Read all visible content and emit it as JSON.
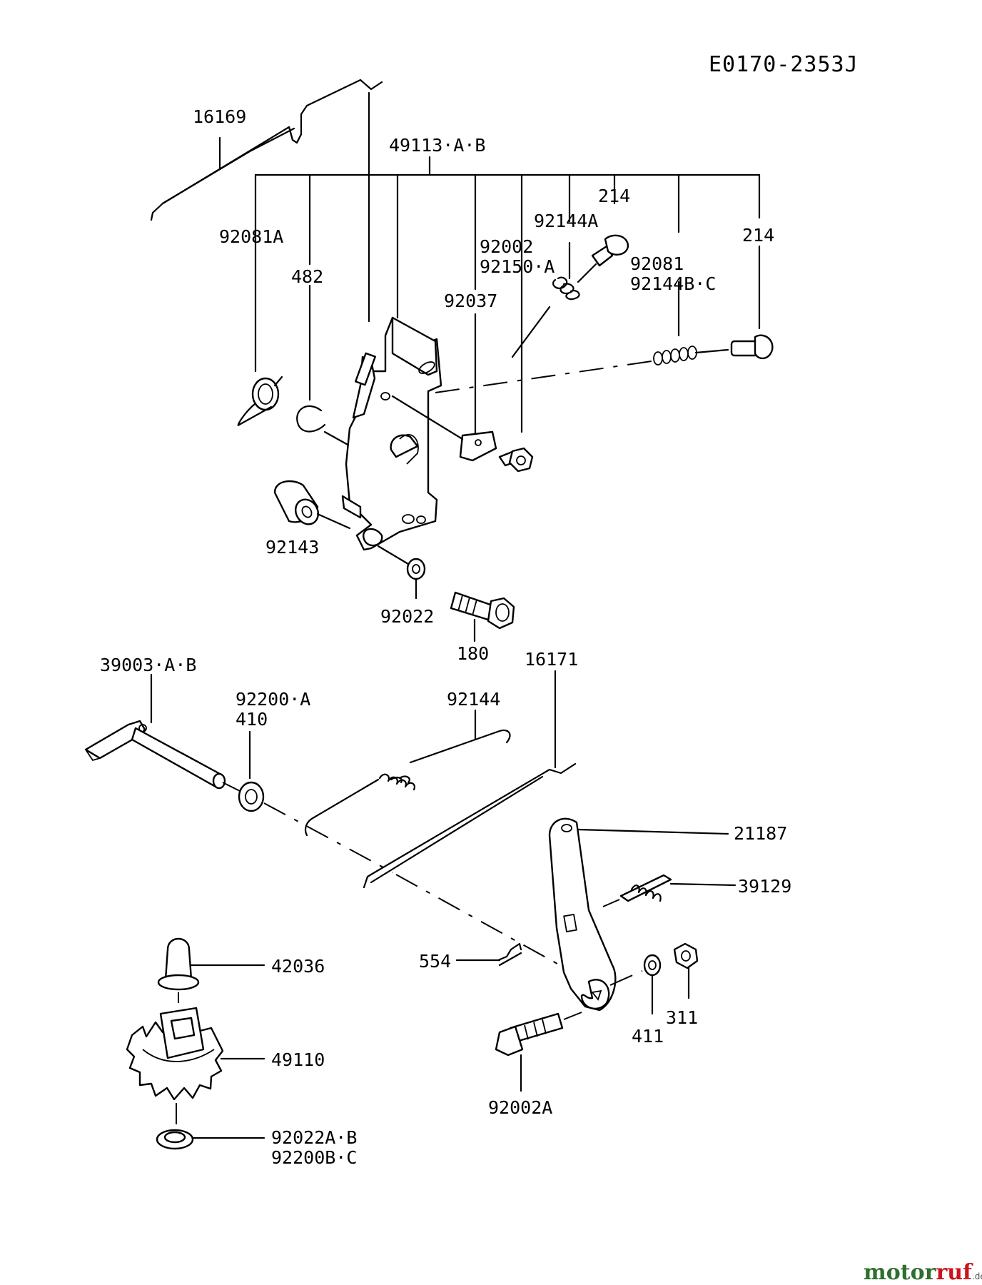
{
  "drawing_code": "E0170-2353J",
  "watermark": {
    "brand_a": "motor",
    "brand_b": "uf",
    "brand_r": "r",
    "tld": ".de"
  },
  "labels": {
    "p16169": "16169",
    "p49113": "49113·A·B",
    "p214a": "214",
    "p92144a": "92144A",
    "p214b": "214",
    "p92081a": "92081A",
    "p92002": "92002",
    "p92150": "92150·A",
    "p92081": "92081",
    "p92144bc": "92144B·C",
    "p482": "482",
    "p92037": "92037",
    "p92143": "92143",
    "p92022": "92022",
    "p180": "180",
    "p39003": "39003·A·B",
    "p16171": "16171",
    "p92200a": "92200·A",
    "p410": "410",
    "p92144": "92144",
    "p21187": "21187",
    "p39129": "39129",
    "p42036": "42036",
    "p554": "554",
    "p311": "311",
    "p411": "411",
    "p49110": "49110",
    "p92002a": "92002A",
    "p92022ab": "92022A·B",
    "p92200bc": "92200B·C"
  }
}
